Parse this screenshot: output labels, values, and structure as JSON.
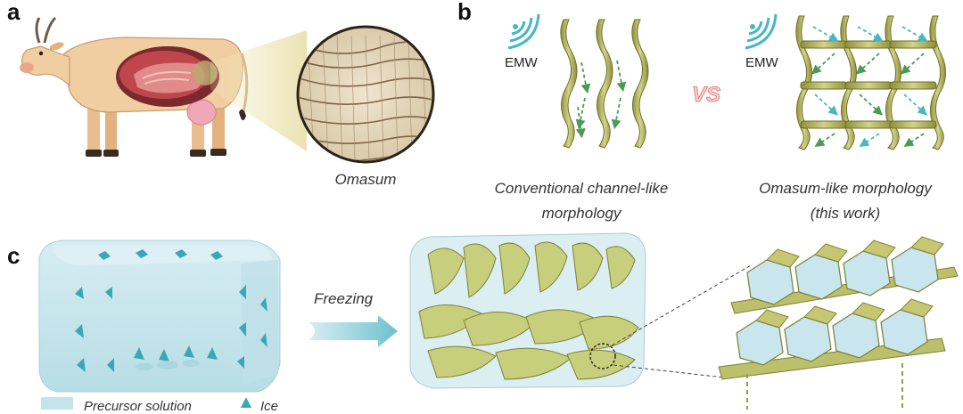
{
  "panels": {
    "a": {
      "label": "a",
      "caption": "Omasum"
    },
    "b": {
      "label": "b",
      "emw_left": "EMW",
      "emw_right": "EMW",
      "vs": "VS",
      "caption_left_line1": "Conventional channel-like",
      "caption_left_line2": "morphology",
      "caption_right_line1": "Omasum-like morphology",
      "caption_right_line2": "(this work)"
    },
    "c": {
      "label": "c",
      "arrow_label": "Freezing",
      "legend_precursor": "Precursor solution",
      "legend_ice": "Ice"
    }
  },
  "colors": {
    "emw_wave": "#49b6c4",
    "sheet_olive": "#c4c46c",
    "sheet_dark": "#8e8e3a",
    "arrow_green": "#4b9a55",
    "block_blue": "#c5e4ea",
    "ice_blue": "#3aa6b9",
    "vs_red": "#e8817f",
    "cow_body": "#f1cda2",
    "rumen_red": "#c0464e"
  }
}
